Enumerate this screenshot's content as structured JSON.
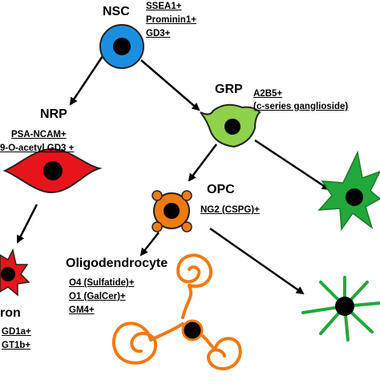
{
  "nodes": {
    "nsc": {
      "label": "NSC",
      "markers": [
        "SSEA1+",
        "Prominin1+",
        "GD3+"
      ],
      "color": "#1a8fe0"
    },
    "grp": {
      "label": "GRP",
      "markers": [
        "A2B5+",
        "(c-series ganglioside)"
      ],
      "color": "#8fd24a"
    },
    "nrp": {
      "label": "NRP",
      "markers": [
        "PSA-NCAM+",
        "9-O-acetyl GD3 +"
      ],
      "color": "#e8141c"
    },
    "opc": {
      "label": "OPC",
      "markers": [
        "NG2 (CSPG)+"
      ],
      "color": "#f07a12"
    },
    "oligodendrocyte": {
      "label": "Oligodendrocyte",
      "markers": [
        "O4 (Sulfatide)+",
        "O1 (GalCer)+",
        "GM4+"
      ],
      "color": "#f07a12"
    },
    "neuron": {
      "label": "ron",
      "markers": [
        "GD1a+",
        "GT1b+"
      ],
      "color": "#e8141c"
    },
    "astrocyte_type1": {
      "color": "#22a83a"
    },
    "astrocyte_type2": {
      "color": "#22a83a"
    }
  }
}
